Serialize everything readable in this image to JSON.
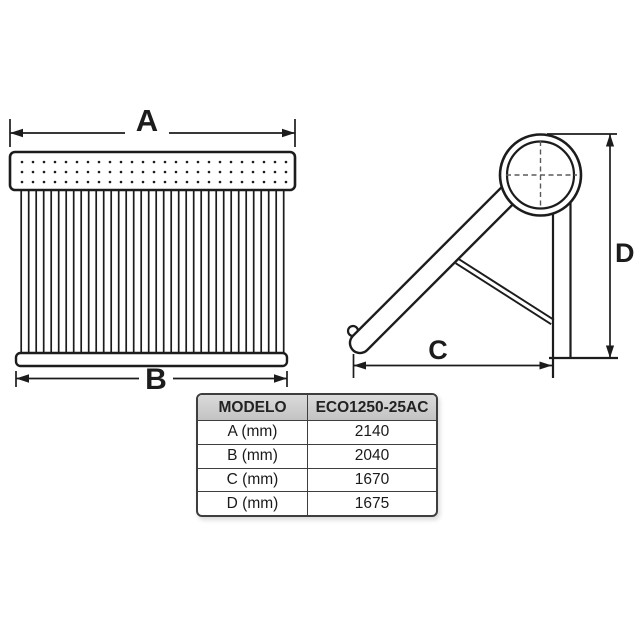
{
  "diagram": {
    "front_view": {
      "dim_top": "A",
      "dim_bottom": "B"
    },
    "side_view": {
      "dim_base": "C",
      "dim_height": "D"
    }
  },
  "table": {
    "header": {
      "col1": "MODELO",
      "col2": "ECO1250-25AC"
    },
    "rows": [
      {
        "label": "A (mm)",
        "value": "2140"
      },
      {
        "label": "B (mm)",
        "value": "2040"
      },
      {
        "label": "C (mm)",
        "value": "1670"
      },
      {
        "label": "D (mm)",
        "value": "1675"
      }
    ]
  },
  "colors": {
    "line": "#1c1c1c",
    "table_border": "#3e3e3e",
    "header_bg": "#cccccc",
    "centerline_dash": "#5a5a5a"
  }
}
